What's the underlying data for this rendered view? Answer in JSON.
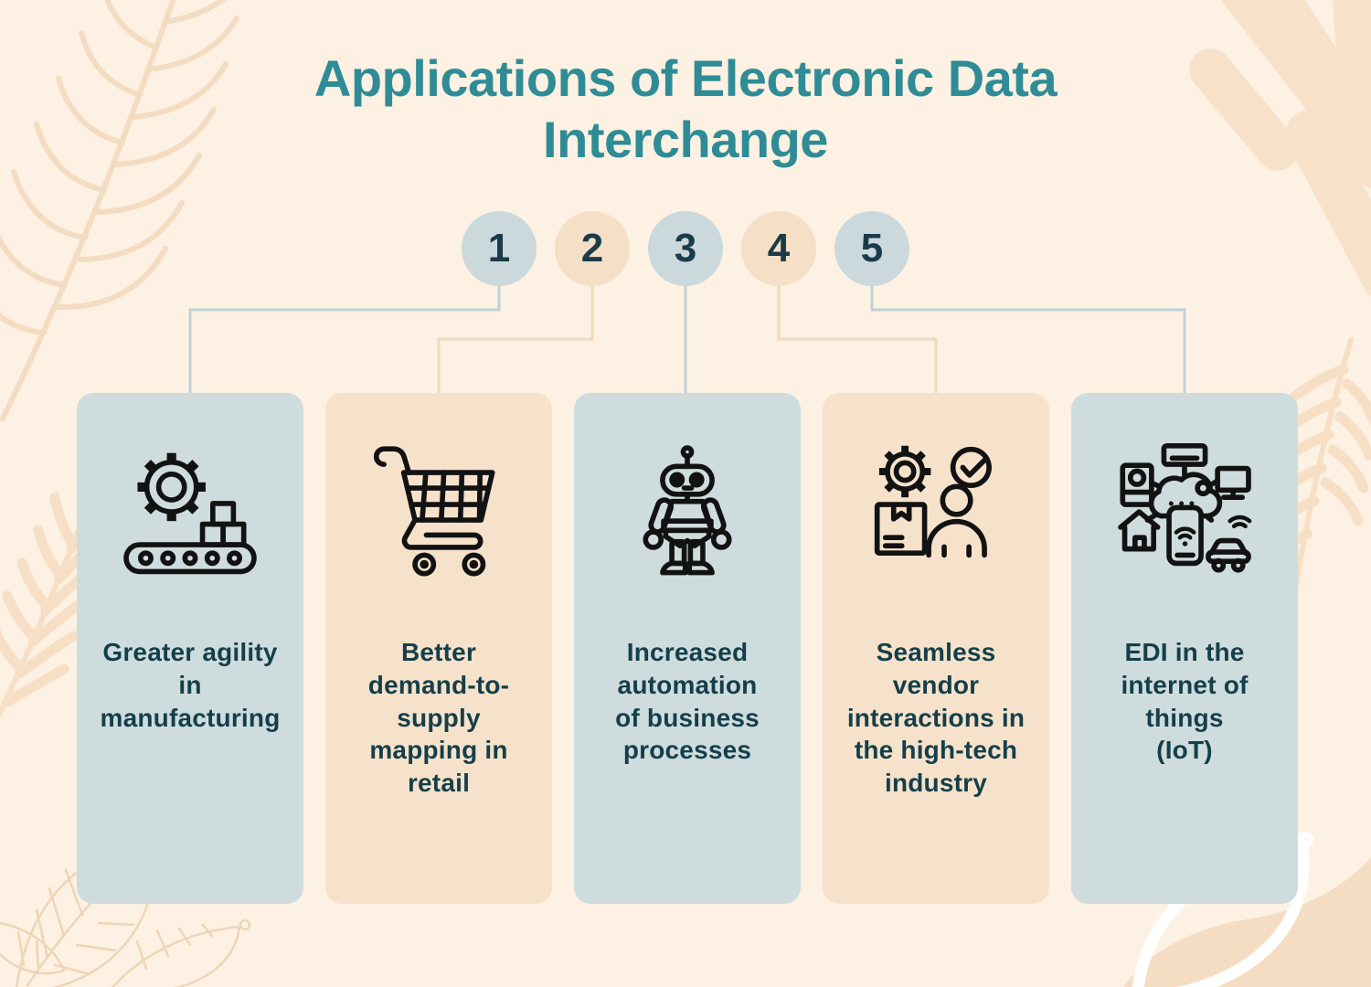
{
  "title": "Applications of Electronic Data Interchange",
  "steps": [
    {
      "number": "1",
      "theme": "blue",
      "icon": "manufacturing-conveyor-icon",
      "label": "Greater agility\nin\nmanufacturing"
    },
    {
      "number": "2",
      "theme": "peach",
      "icon": "shopping-cart-icon",
      "label": "Better\ndemand-to-\nsupply\nmapping in\nretail"
    },
    {
      "number": "3",
      "theme": "blue",
      "icon": "robot-icon",
      "label": "Increased\nautomation\nof business\nprocesses"
    },
    {
      "number": "4",
      "theme": "peach",
      "icon": "vendor-gear-person-icon",
      "label": "Seamless\nvendor\ninteractions in\nthe high-tech\nindustry"
    },
    {
      "number": "5",
      "theme": "blue",
      "icon": "iot-cloud-icon",
      "label": "EDI in the\ninternet of\nthings\n(IoT)"
    }
  ],
  "colors": {
    "background": "#FCF1E2",
    "card_blue": "#CFDCDE",
    "card_peach": "#F6E2CB",
    "badge_blue": "#CBD9DD",
    "badge_peach": "#F5DFC6",
    "line_blue": "#BFD1D7",
    "line_peach": "#F1D9BE",
    "title_teal": "#2F8C96",
    "text_dark": "#143F4A",
    "number_dark": "#1A3B47",
    "icon_black": "#121212",
    "decoration_peach": "#F6DFC4",
    "decoration_outline": "#EFD5B5"
  }
}
